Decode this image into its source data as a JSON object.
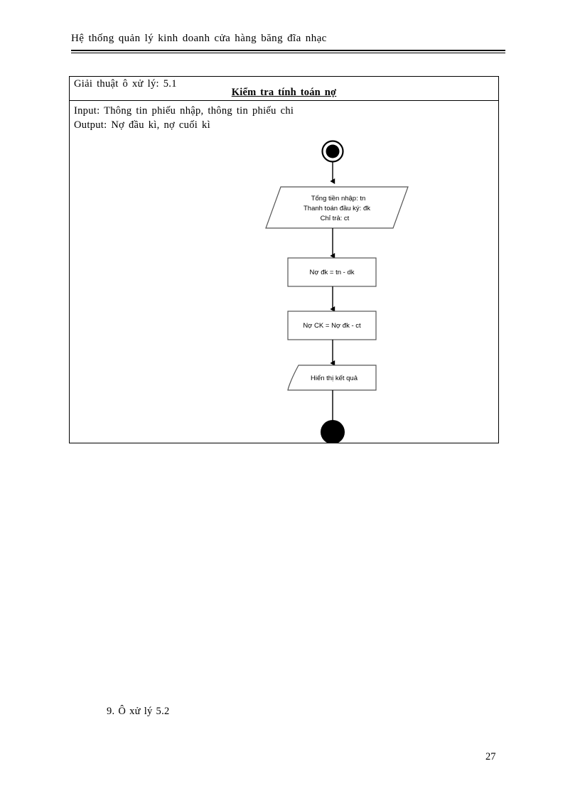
{
  "document": {
    "running_header": "Hệ thống  quản lý kinh  doanh cửa hàng  băng  đĩa nhạc",
    "page_number": "27",
    "footer_caption": "9. Ô xử lý 5.2"
  },
  "algorithm_box": {
    "subtitle": "Giải  thuật  ô xử lý:  5.1",
    "title": "Kiểm tra tính  toán nợ",
    "input_line": "Input:  Thông  tin  phiếu nhập, thông  tin  phiếu  chi",
    "output_line": "Output:  Nợ đầu kì, nợ  cuối kì"
  },
  "flowchart": {
    "type": "activity-diagram",
    "nodes": [
      {
        "id": "start",
        "shape": "initial-node",
        "label": ""
      },
      {
        "id": "input-data",
        "shape": "parallelogram",
        "lines": [
          "Tổng tiền nhập: tn",
          "Thanh toán đầu ký: đk",
          "Chỉ trả: ct"
        ]
      },
      {
        "id": "compute-no-dk",
        "shape": "rectangle",
        "label": "Nợ đk = tn - dk"
      },
      {
        "id": "compute-no-ck",
        "shape": "rectangle",
        "label": "Nợ CK = Nợ đk - ct"
      },
      {
        "id": "display-result",
        "shape": "display",
        "label": "Hiển thị kết quả"
      },
      {
        "id": "end",
        "shape": "final-node",
        "label": ""
      }
    ],
    "edges": [
      {
        "from": "start",
        "to": "input-data"
      },
      {
        "from": "input-data",
        "to": "compute-no-dk"
      },
      {
        "from": "compute-no-dk",
        "to": "compute-no-ck"
      },
      {
        "from": "compute-no-ck",
        "to": "display-result"
      },
      {
        "from": "display-result",
        "to": "end"
      }
    ]
  },
  "colors": {
    "ink": "#000000",
    "paper": "#ffffff",
    "node_stroke": "#555555"
  }
}
